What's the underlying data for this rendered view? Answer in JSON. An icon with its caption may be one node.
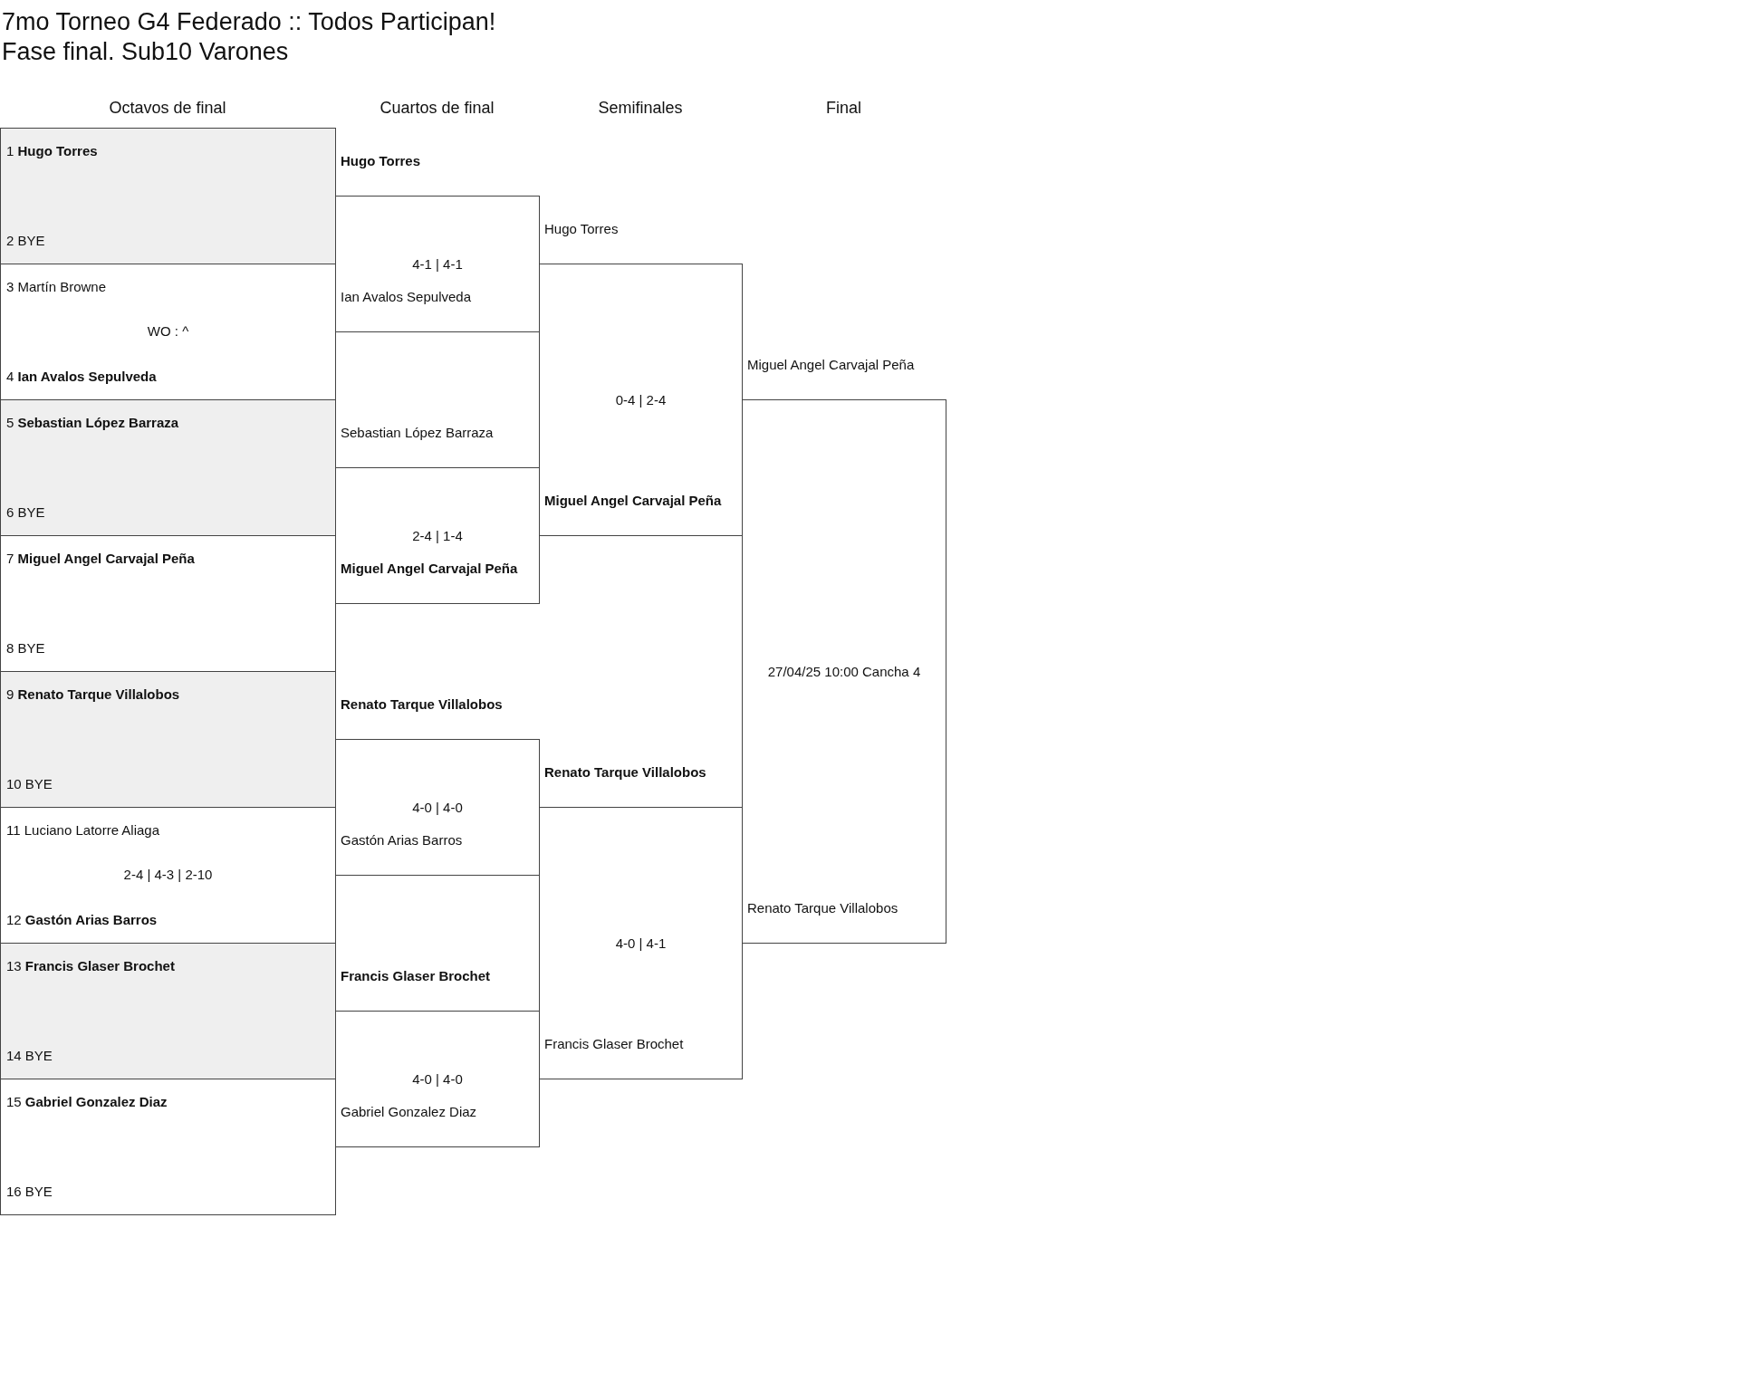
{
  "diagram": {
    "title": "7mo Torneo G4 Federado :: Todos Participan!",
    "nodes": [
      {
        "text": [
          "1 **Hugo Torres**",
          "2 BYE"
        ]
      },
      {
        "text": [
          "3 Martín Browne",
          "WO : ^",
          "4 **Ian Avalos Sepulveda**"
        ]
      },
      {
        "text": [
          "5 **Sebastian López Barraza**",
          "6 BYE"
        ]
      },
      {
        "text": [
          "7 **Miguel Angel Carvajal Peña**",
          "8 BYE"
        ]
      },
      {
        "text": [
          "9 **Renato Tarque Villalobos**",
          "10 BYE"
        ]
      },
      {
        "text": [
          "11 Luciano Latorre Aliaga",
          "2-4 | 4-3 | 2-10",
          "12 **Gastón Arias Barros**"
        ]
      },
      {
        "text": [
          "13 **Francis Glaser Brochet**",
          "14 BYE"
        ]
      },
      {
        "text": [
          "15 **Gabriel Gonzalez Diaz**",
          "16 BYE"
        ]
      },
      {
        "text": [
          "**Hugo Torres**",
          "4-1 | 4-1",
          "Ian Avalos Sepulveda"
        ]
      },
      {
        "text": [
          "Sebastian López Barraza",
          "2-4 | 1-4",
          "**Miguel Angel Carvajal Peña**"
        ]
      },
      {
        "text": [
          "**Renato Tarque Villalobos**",
          "4-0 | 4-0",
          "Gastón Arias Barros"
        ]
      },
      {
        "text": [
          "**Francis Glaser Brochet**",
          "4-0 | 4-0",
          "Gabriel Gonzalez Diaz"
        ]
      },
      {
        "text": [
          "Hugo Torres",
          "0-4 | 2-4",
          "**Miguel Angel Carvajal Peña**"
        ]
      },
      {
        "text": [
          "**Renato Tarque Villalobos**",
          "4-0 | 4-1",
          "Francis Glaser Brochet"
        ]
      },
      {
        "text": [
          "Miguel Angel Carvajal Peña",
          "27/04/25 10:00 Cancha 4",
          "Renato Tarque Villalobos"
        ]
      }
    ],
    "labels": [
      "Fase final. Sub10 Varones",
      "Octavos de final",
      "Cuartos de final",
      "Semifinales",
      "Final"
    ]
  }
}
